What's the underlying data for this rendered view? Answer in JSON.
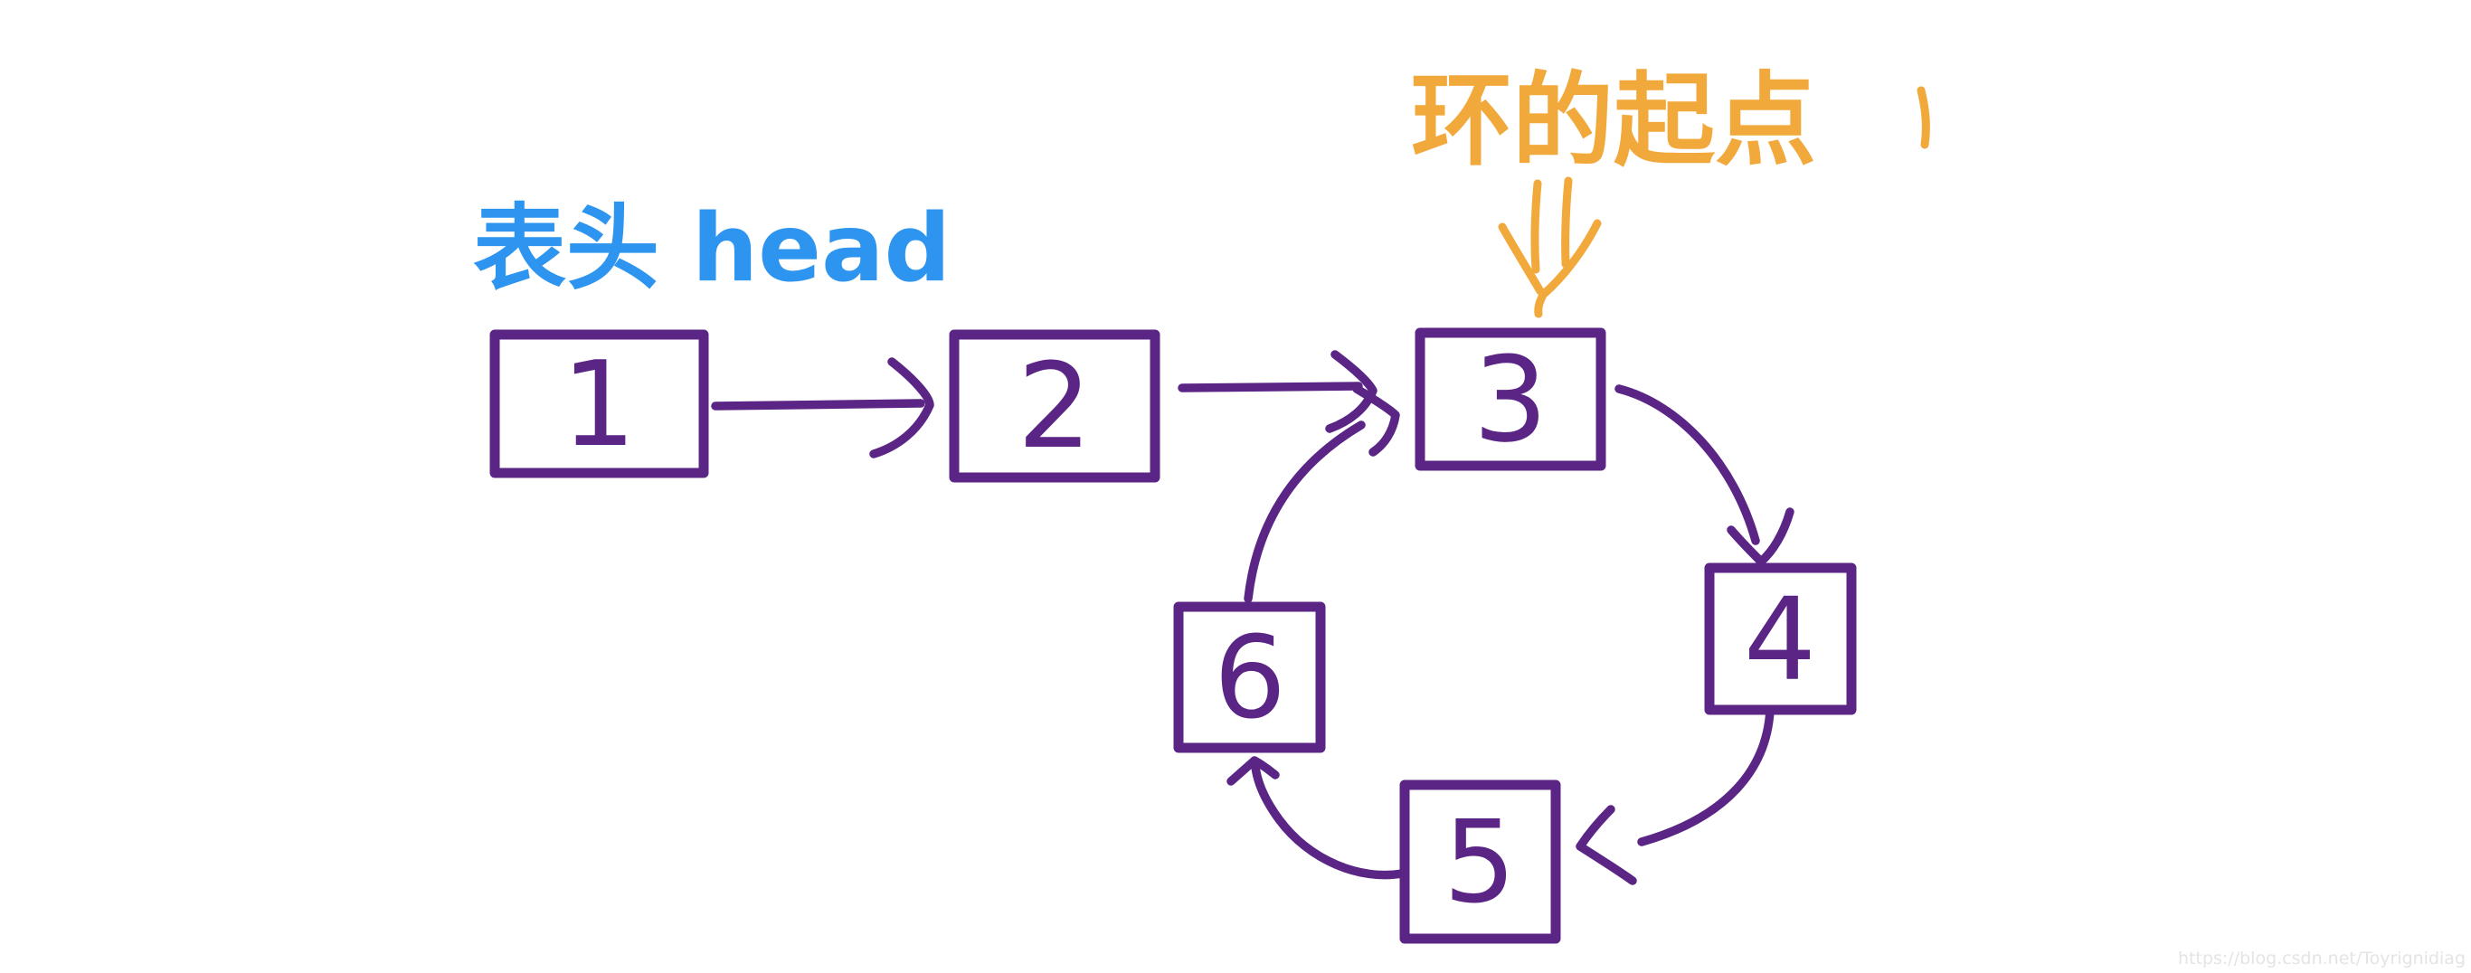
{
  "labels": {
    "head": {
      "text": "表头 head",
      "color": "#2D95F0",
      "points_to_node": "1"
    },
    "cycle_start": {
      "text": "环的起点",
      "color": "#F2A93C",
      "points_to_node": "3"
    }
  },
  "nodes": [
    {
      "value": "1"
    },
    {
      "value": "2"
    },
    {
      "value": "3"
    },
    {
      "value": "4"
    },
    {
      "value": "5"
    },
    {
      "value": "6"
    }
  ],
  "edges": [
    {
      "from": "1",
      "to": "2"
    },
    {
      "from": "2",
      "to": "3"
    },
    {
      "from": "3",
      "to": "4"
    },
    {
      "from": "4",
      "to": "5"
    },
    {
      "from": "5",
      "to": "6"
    },
    {
      "from": "6",
      "to": "3"
    }
  ],
  "colors": {
    "node_stroke": "#5B2586",
    "head_label": "#2D95F0",
    "cycle_label": "#F2A93C",
    "background": "#FFFFFF",
    "watermark": "#E4E4E4"
  },
  "watermark": {
    "text": "https://blog.csdn.net/Toyrignidiag"
  }
}
